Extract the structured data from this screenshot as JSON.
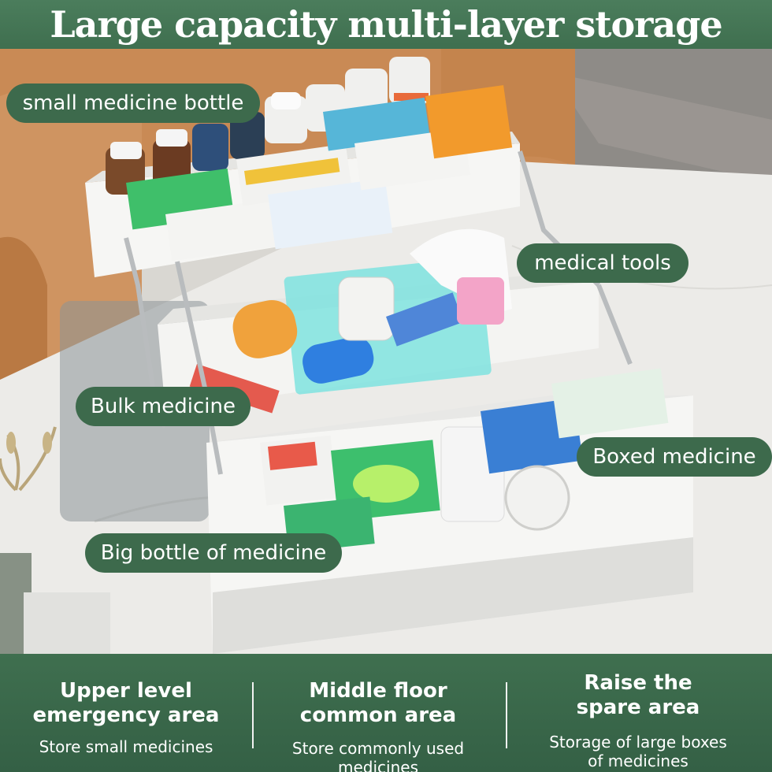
{
  "header": {
    "title": "Large capacity multi-layer storage"
  },
  "callouts": {
    "small_bottle": "small medicine bottle",
    "medical_tools": "medical tools",
    "bulk_medicine": "Bulk medicine",
    "boxed_medicine": "Boxed medicine",
    "big_bottle": "Big bottle of medicine"
  },
  "features": [
    {
      "title_line1": "Upper level",
      "title_line2": "emergency area",
      "desc_line1": "Store small medicines",
      "desc_line2": ""
    },
    {
      "title_line1": "Middle floor",
      "title_line2": "common area",
      "desc_line1": "Store commonly used",
      "desc_line2": "medicines"
    },
    {
      "title_line1": "Raise the",
      "title_line2": "spare area",
      "desc_line1": "Storage of large boxes",
      "desc_line2": "of medicines"
    }
  ],
  "colors": {
    "brand_green": "#3d6a4c",
    "box_white": "#f4f4f2",
    "accent_teal": "#7fe3df"
  }
}
